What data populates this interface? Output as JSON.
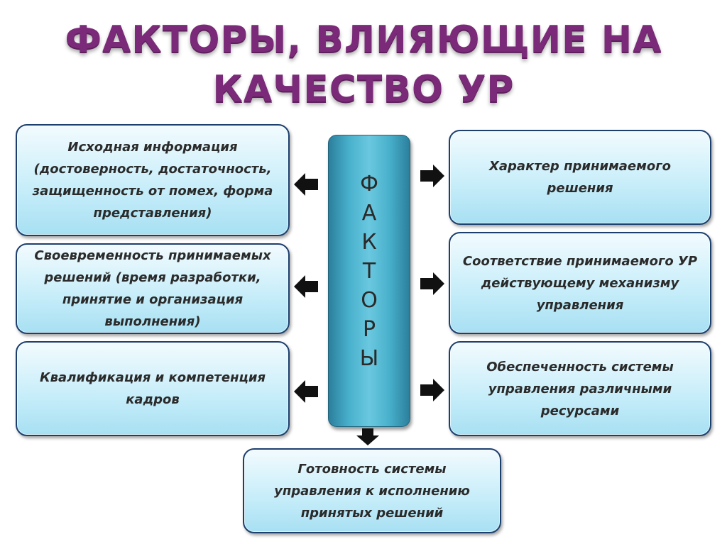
{
  "title": {
    "line1": "ФАКТОРЫ, ВЛИЯЮЩИЕ НА",
    "line2": "КАЧЕСТВО УР"
  },
  "center": {
    "letters": [
      "Ф",
      "А",
      "К",
      "Т",
      "О",
      "Р",
      "Ы"
    ]
  },
  "left_boxes": [
    "Исходная информация (достоверность, достаточность, защищенность от помех, форма представления)",
    "Своевременность принимаемых решений (время разработки, принятие и организация выполнения)",
    "Квалификация и компетенция кадров"
  ],
  "right_boxes": [
    "Характер принимаемого решения",
    "Соответствие принимаемого УР действующему механизму управления",
    "Обеспеченность системы управления различными ресурсами"
  ],
  "bottom_box": "Готовность системы управления к исполнению принятых решений",
  "colors": {
    "title": "#7a2a78",
    "box_border": "#1c3f6e",
    "box_fill": "#c9eefa",
    "center_fill": "#48b0cc",
    "arrow": "#111111"
  }
}
